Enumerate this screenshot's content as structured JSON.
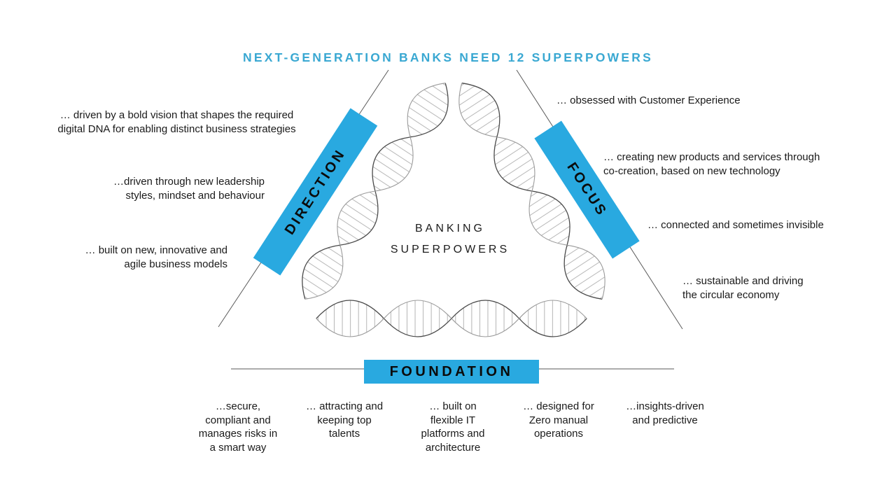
{
  "title": "NEXT-GENERATION BANKS NEED 12 SUPERPOWERS",
  "colors": {
    "accent_banner": "#29a9e0",
    "title_text": "#3aa8d2",
    "body_text": "#1a1a1a"
  },
  "center_label": {
    "text": "BANKING\nSUPERPOWERS"
  },
  "graphic": {
    "description": "triangle built of three DNA double-helix strands with thin guide lines"
  },
  "sections": {
    "direction": {
      "label": "DIRECTION",
      "items": [
        "… driven by a bold vision that shapes the required\ndigital DNA for enabling distinct business strategies",
        "…driven through new leadership\nstyles, mindset and behaviour",
        "… built on new, innovative and\nagile business models"
      ]
    },
    "focus": {
      "label": "FOCUS",
      "items": [
        "… obsessed with Customer Experience",
        "… creating new products and services through\nco-creation, based on new technology",
        "… connected and sometimes invisible",
        "… sustainable and driving\nthe circular economy"
      ]
    },
    "foundation": {
      "label": "FOUNDATION",
      "items": [
        "…secure,\ncompliant and\nmanages risks in\na smart way",
        "… attracting and\nkeeping top\ntalents",
        "… built on\nflexible IT\nplatforms and\narchitecture",
        "… designed for\nZero manual\noperations",
        "…insights-driven\nand predictive"
      ]
    }
  }
}
